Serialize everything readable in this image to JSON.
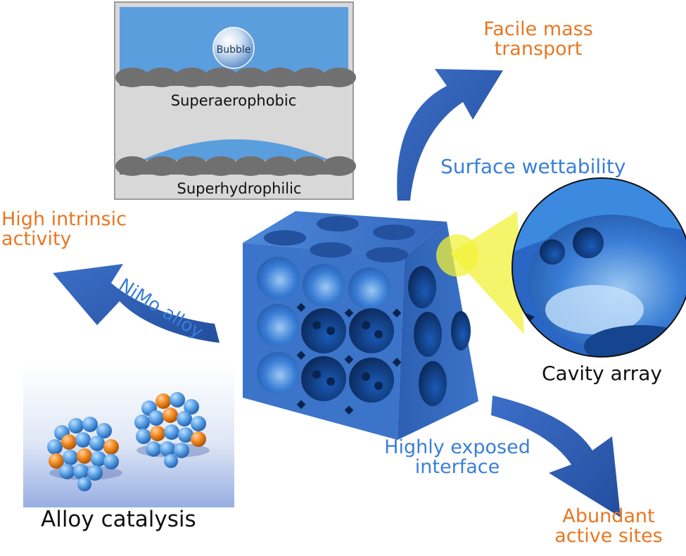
{
  "panels": {
    "wetting": {
      "bubble_label": "Bubble",
      "superaerophobic": "Superaerophobic",
      "superhydrophilic": "Superhydrophilic"
    },
    "alloy": {
      "caption": "Alloy catalysis"
    },
    "cavity": {
      "caption": "Cavity array"
    }
  },
  "labels": {
    "facile_mass_transport": [
      "Facile mass",
      "transport"
    ],
    "surface_wettability": "Surface wettability",
    "high_intrinsic_activity": [
      "High intrinsic",
      "activity"
    ],
    "nimo_alloy": "NiMo alloy",
    "highly_exposed_interface": [
      "Highly exposed",
      "interface"
    ],
    "abundant_active_sites": [
      "Abundant",
      "active sites"
    ]
  },
  "colors": {
    "orange": "#e87722",
    "blue_text": "#3a7fd6",
    "arrow": "#2f5bb5",
    "cube": "#3b74c9",
    "water": "#5b9ede",
    "gray_panel": "#d8d8d8",
    "highlight": "#f2f23a"
  }
}
